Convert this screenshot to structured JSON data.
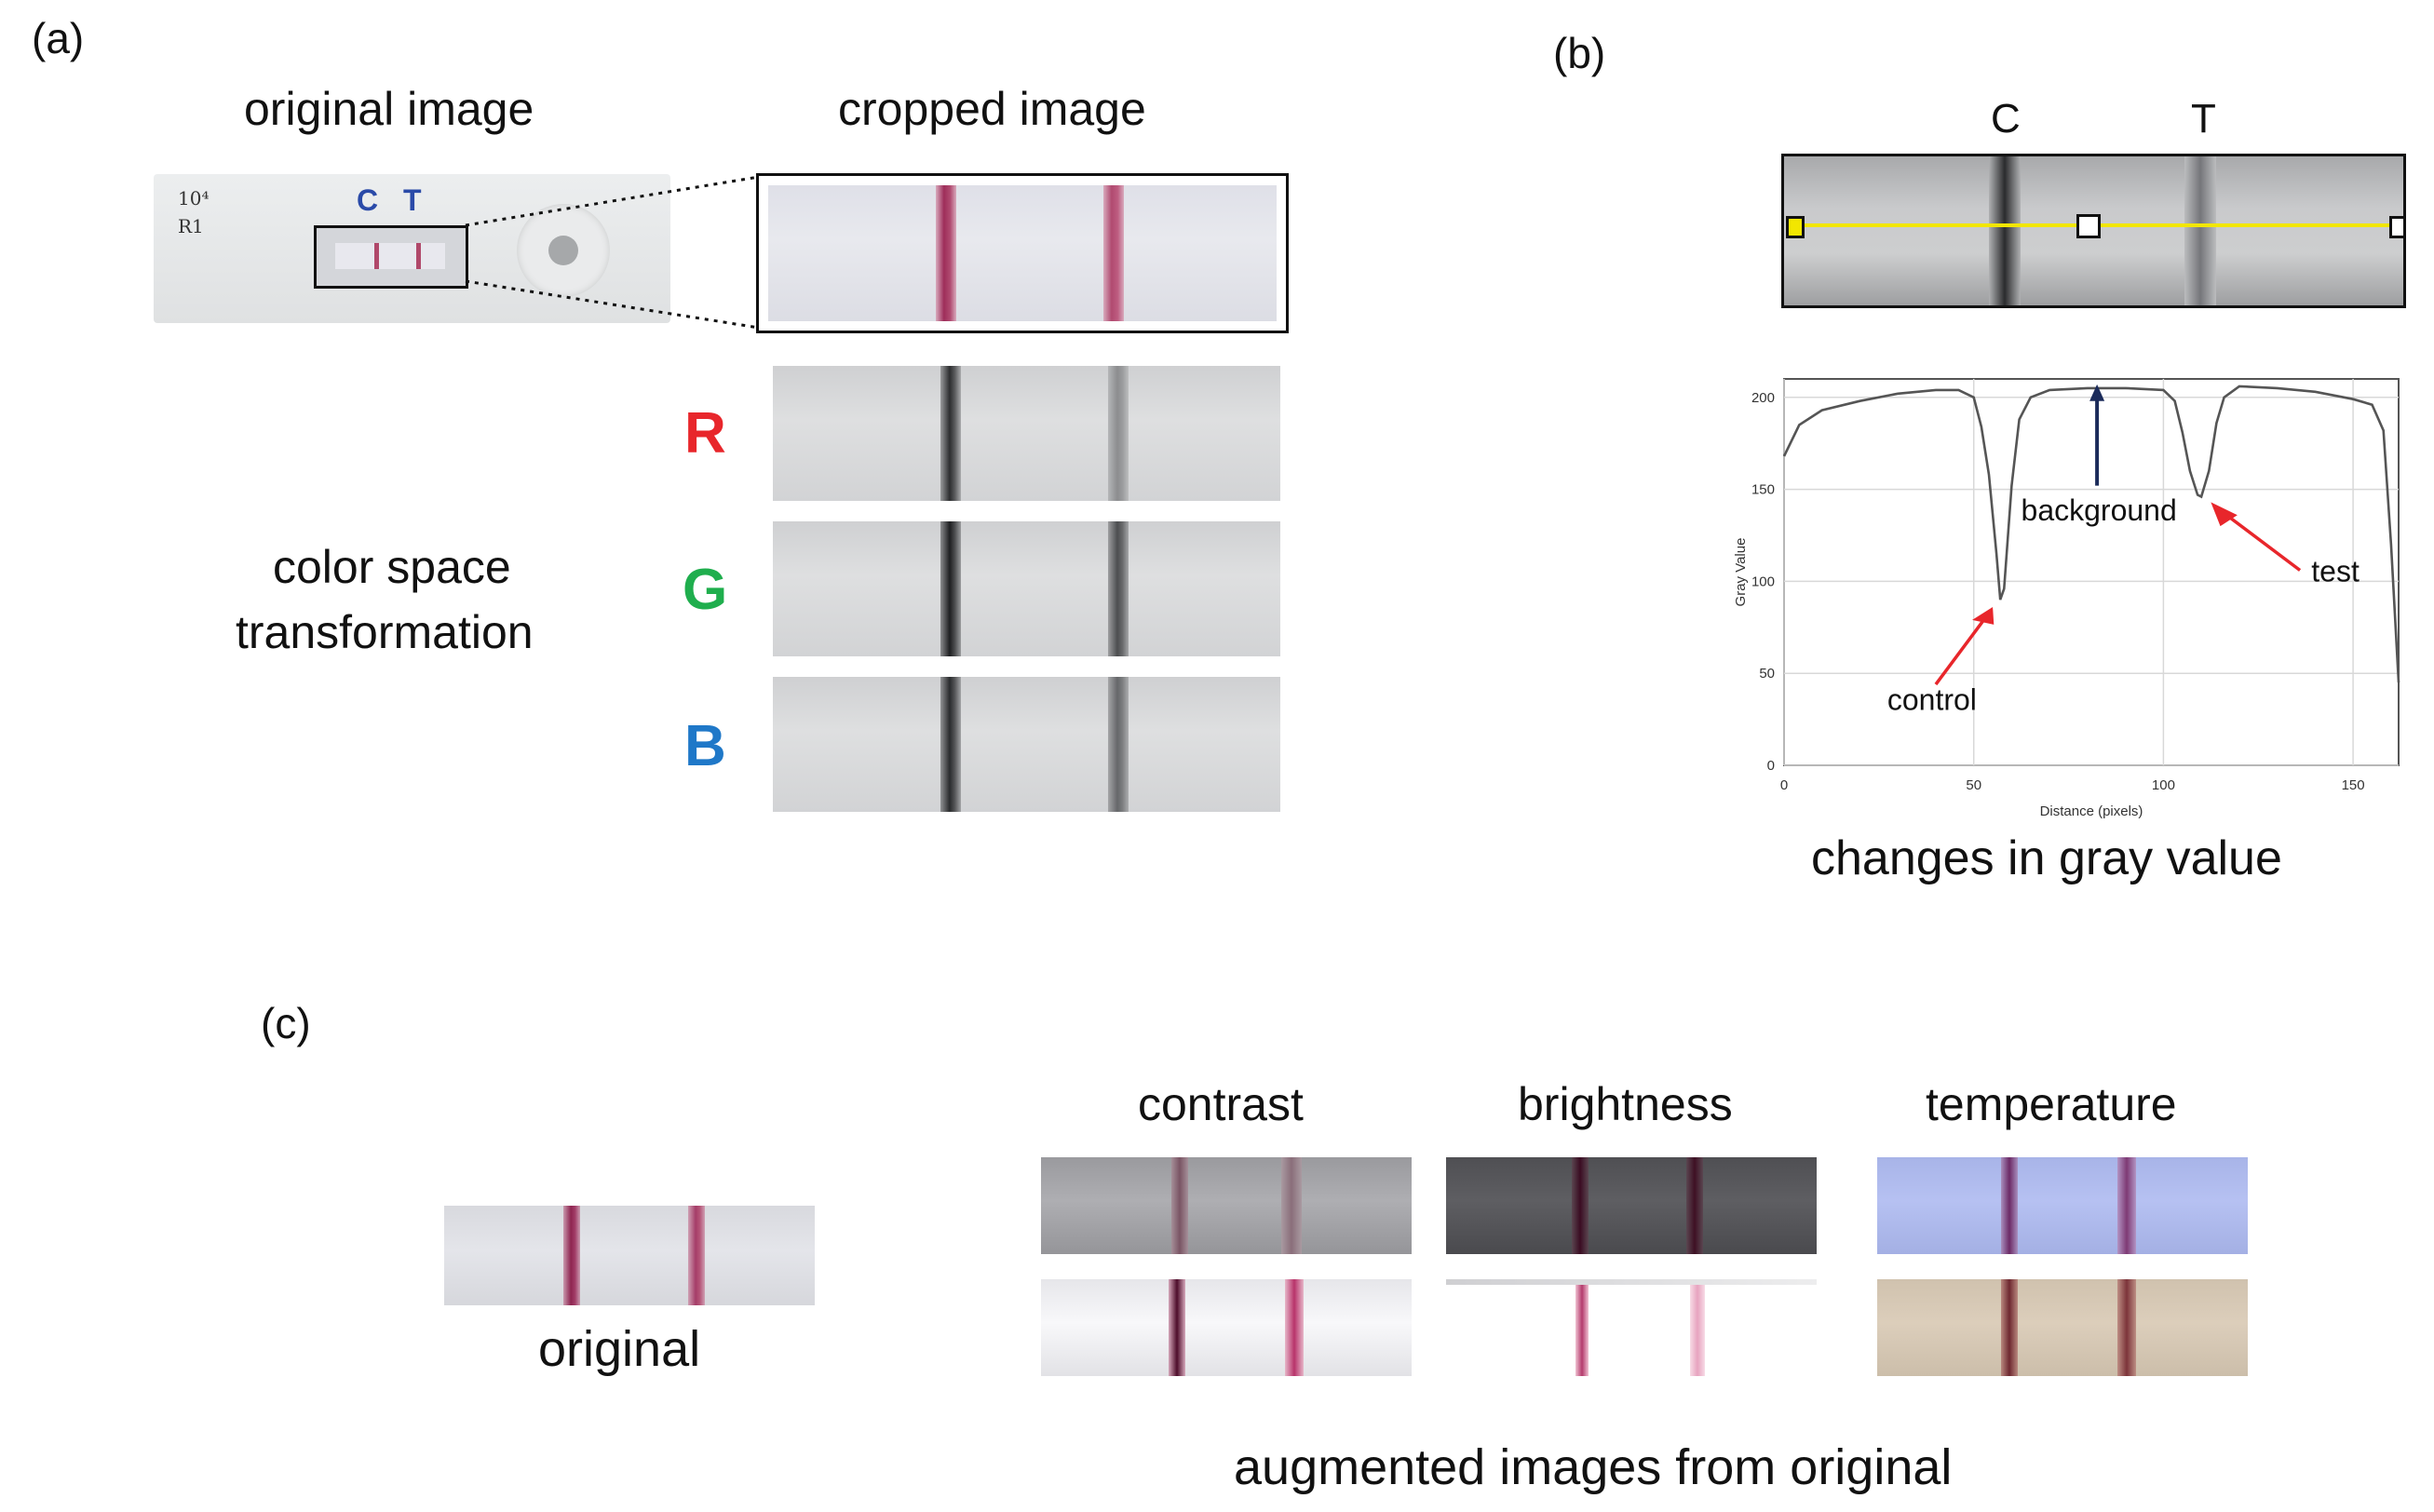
{
  "panel_a": {
    "letter": "(a)",
    "original_title": "original image",
    "cropped_title": "cropped image",
    "cassette_handwriting": [
      "10⁴",
      "R1"
    ],
    "cassette_c": "C",
    "cassette_t": "T",
    "transform_title_line1": "color space",
    "transform_title_line2": "transformation",
    "channels": [
      {
        "label": "R",
        "color": "#e8262b"
      },
      {
        "label": "G",
        "color": "#1fae4d"
      },
      {
        "label": "B",
        "color": "#1f78c8"
      }
    ]
  },
  "panel_b": {
    "letter": "(b)",
    "strip_c": "C",
    "strip_t": "T",
    "caption": "changes in gray value",
    "annotations": {
      "background": "background",
      "test": "test",
      "control": "control"
    }
  },
  "panel_c": {
    "letter": "(c)",
    "original_label": "original",
    "col_contrast": "contrast",
    "col_brightness": "brightness",
    "col_temperature": "temperature",
    "caption": "augmented images from original"
  },
  "chart_data": {
    "type": "line",
    "xlabel": "Distance (pixels)",
    "ylabel": "Gray Value",
    "xlim": [
      0,
      162
    ],
    "ylim": [
      0,
      210
    ],
    "xticks": [
      0,
      50,
      100,
      150
    ],
    "yticks": [
      0,
      50,
      100,
      150,
      200
    ],
    "grid": true,
    "series": [
      {
        "x": [
          0,
          4,
          10,
          20,
          30,
          40,
          46,
          50,
          52,
          54,
          56,
          57,
          58,
          60,
          62,
          65,
          70,
          80,
          90,
          100,
          103,
          105,
          107,
          109,
          110,
          112,
          114,
          116,
          120,
          130,
          140,
          150,
          155,
          158,
          160,
          162
        ],
        "y": [
          168,
          185,
          193,
          198,
          202,
          204,
          204,
          200,
          184,
          158,
          115,
          90,
          96,
          152,
          188,
          200,
          204,
          205,
          205,
          204,
          198,
          181,
          160,
          147,
          146,
          160,
          186,
          200,
          206,
          205,
          203,
          199,
          196,
          182,
          120,
          45
        ]
      }
    ]
  }
}
